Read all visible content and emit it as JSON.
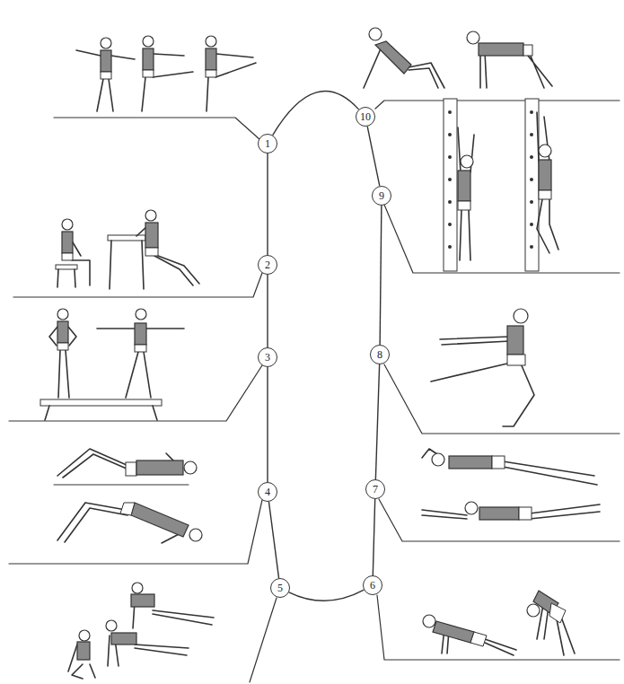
{
  "diagram": {
    "nodes": [
      {
        "text": [
          "1"
        ]
      },
      {
        "text": [
          "2"
        ]
      },
      {
        "text": [
          "3"
        ]
      },
      {
        "text": [
          "4"
        ]
      },
      {
        "text": [
          "5"
        ]
      },
      {
        "text": [
          "6"
        ]
      },
      {
        "text": [
          "7"
        ]
      },
      {
        "text": [
          "8"
        ]
      },
      {
        "text": [
          "9"
        ]
      },
      {
        "text": [
          "10"
        ]
      }
    ],
    "edges": [
      {
        "from": 0,
        "to": 1,
        "arrow": "none"
      },
      {
        "from": 1,
        "to": 2,
        "arrow": "none"
      },
      {
        "from": 2,
        "to": 3,
        "arrow": "none"
      },
      {
        "from": 3,
        "to": 4,
        "arrow": "none"
      },
      {
        "from": 4,
        "to": 5,
        "arrow": "none"
      },
      {
        "from": 5,
        "to": 6,
        "arrow": "none"
      },
      {
        "from": 6,
        "to": 7,
        "arrow": "none"
      },
      {
        "from": 7,
        "to": 8,
        "arrow": "none"
      },
      {
        "from": 8,
        "to": 9,
        "arrow": "none"
      },
      {
        "from": 9,
        "to": 0,
        "arrow": "none"
      }
    ]
  }
}
